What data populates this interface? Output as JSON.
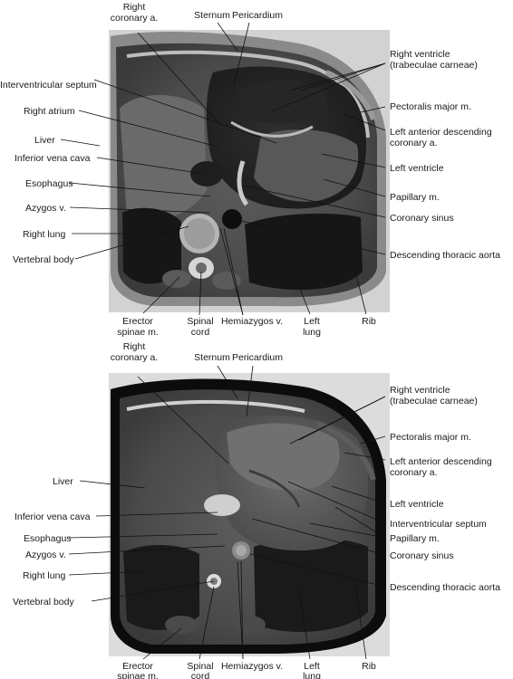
{
  "panels": [
    {
      "labels": {
        "right_coronary": [
          "Right",
          "coronary a."
        ],
        "sternum": "Sternum",
        "pericardium": "Pericardium",
        "right_ventricle": [
          "Right ventricle",
          "(trabeculae carneae)"
        ],
        "interventricular_septum": "Interventricular septum",
        "pectoralis": "Pectoralis major m.",
        "right_atrium": "Right atrium",
        "lad": [
          "Left anterior descending",
          "coronary a."
        ],
        "liver": "Liver",
        "ivc": "Inferior vena cava",
        "left_ventricle": "Left ventricle",
        "esophagus": "Esophagus",
        "papillary": "Papillary m.",
        "azygos": "Azygos v.",
        "coronary_sinus": "Coronary sinus",
        "right_lung": "Right lung",
        "vertebral_body": "Vertebral body",
        "descending_aorta": "Descending thoracic aorta",
        "erector": [
          "Erector",
          "spinae m."
        ],
        "spinal_cord": [
          "Spinal",
          "cord"
        ],
        "hemiazygos": "Hemiazygos v.",
        "left_lung": [
          "Left",
          "lung"
        ],
        "rib": "Rib"
      }
    },
    {
      "labels": {
        "right_coronary": [
          "Right",
          "coronary a."
        ],
        "sternum": "Sternum",
        "pericardium": "Pericardium",
        "right_ventricle": [
          "Right ventricle",
          "(trabeculae carneae)"
        ],
        "pectoralis": "Pectoralis major m.",
        "lad": [
          "Left anterior descending",
          "coronary a."
        ],
        "liver": "Liver",
        "left_ventricle": "Left ventricle",
        "ivc": "Inferior vena cava",
        "interventricular_septum": "Interventricular septum",
        "esophagus": "Esophagus",
        "papillary": "Papillary m.",
        "azygos": "Azygos v.",
        "coronary_sinus": "Coronary sinus",
        "right_lung": "Right lung",
        "descending_aorta": "Descending thoracic aorta",
        "vertebral_body": "Vertebral body",
        "erector": [
          "Erector",
          "spinae m."
        ],
        "spinal_cord": [
          "Spinal",
          "cord"
        ],
        "hemiazygos": "Hemiazygos v.",
        "left_lung": [
          "Left",
          "lung"
        ],
        "rib": "Rib"
      }
    }
  ]
}
